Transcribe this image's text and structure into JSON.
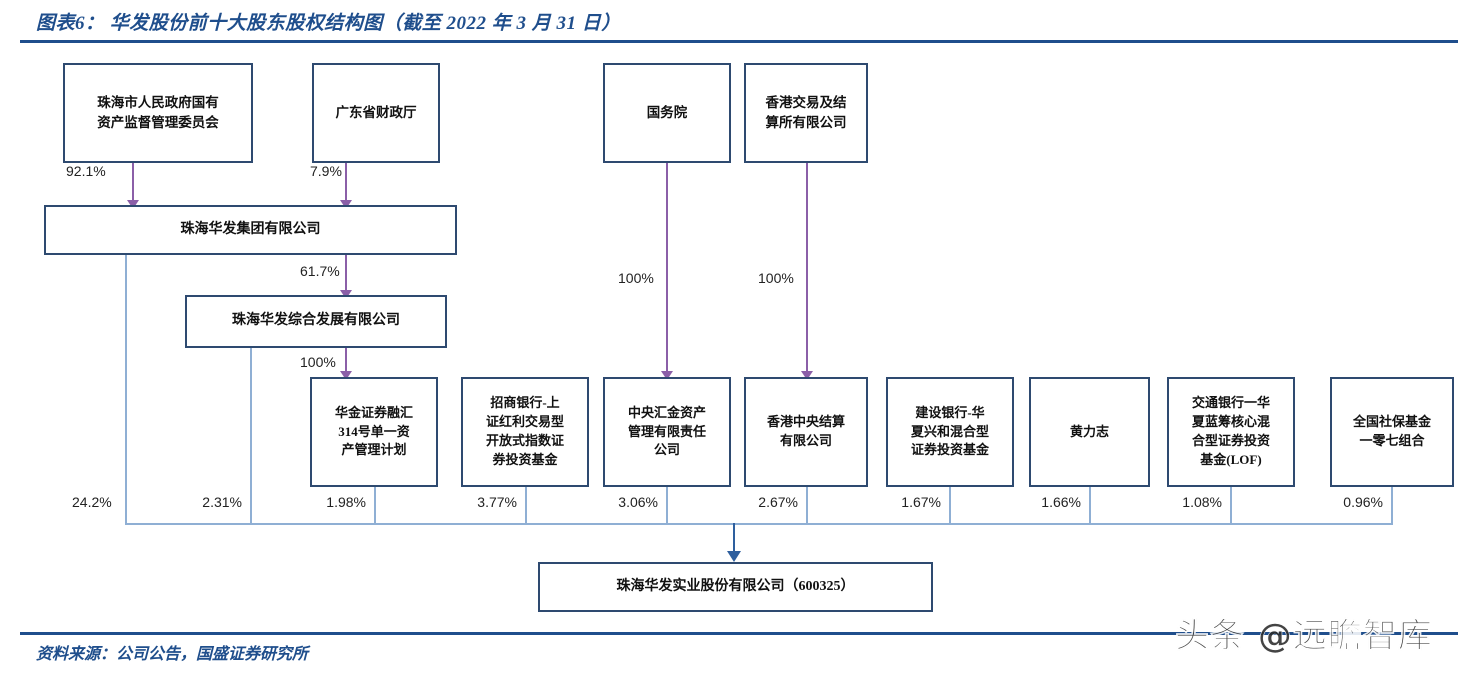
{
  "header": {
    "title": "图表6： 华发股份前十大股东股权结构图（截至 2022 年 3 月 31 日）",
    "accent_color": "#1F4E8C"
  },
  "footer": {
    "source": "资料来源：公司公告，国盛证券研究所",
    "watermark": "头条 @远瞻智库"
  },
  "diagram": {
    "type": "ownership-structure",
    "box_border_color": "#2E4A70",
    "arrow_color": "#8B5FA8",
    "collector_line_color": "#8FAFD4",
    "nodes": {
      "zhuhai_sasac": "珠海市人民政府国有\n资产监督管理委员会",
      "guangdong_finance": "广东省财政厅",
      "state_council": "国务院",
      "hkex": "香港交易及结\n算所有限公司",
      "huafa_group": "珠海华发集团有限公司",
      "huafa_comprehensive": "珠海华发综合发展有限公司",
      "huajin_plan": "华金证券融汇\n314号单一资\n产管理计划",
      "cmb_fund": "招商银行-上\n证红利交易型\n开放式指数证\n券投资基金",
      "huijin": "中央汇金资产\n管理有限责任\n公司",
      "hk_clearing": "香港中央结算\n有限公司",
      "ccb_fund": "建设银行-华\n夏兴和混合型\n证券投资基金",
      "huang_lizhi": "黄力志",
      "bocom_fund": "交通银行一华\n夏蓝筹核心混\n合型证券投资\n基金(LOF)",
      "ssf_107": "全国社保基金\n一零七组合",
      "listed_company": "珠海华发实业股份有限公司（600325）"
    },
    "edges": [
      {
        "from": "zhuhai_sasac",
        "to": "huafa_group",
        "label": "92.1%"
      },
      {
        "from": "guangdong_finance",
        "to": "huafa_group",
        "label": "7.9%"
      },
      {
        "from": "huafa_group",
        "to": "huafa_comprehensive",
        "label": "61.7%"
      },
      {
        "from": "huafa_comprehensive",
        "to": "huajin_plan",
        "label": "100%"
      },
      {
        "from": "state_council",
        "to": "huijin",
        "label": "100%"
      },
      {
        "from": "hkex",
        "to": "hk_clearing",
        "label": "100%"
      }
    ],
    "shareholdings": [
      {
        "holder": "huafa_group",
        "pct": "24.2%"
      },
      {
        "holder": "huafa_comprehensive",
        "pct": "2.31%"
      },
      {
        "holder": "huajin_plan",
        "pct": "1.98%"
      },
      {
        "holder": "cmb_fund",
        "pct": "3.77%"
      },
      {
        "holder": "huijin",
        "pct": "3.06%"
      },
      {
        "holder": "hk_clearing",
        "pct": "2.67%"
      },
      {
        "holder": "ccb_fund",
        "pct": "1.67%"
      },
      {
        "holder": "huang_lizhi",
        "pct": "1.66%"
      },
      {
        "holder": "bocom_fund",
        "pct": "1.08%"
      },
      {
        "holder": "ssf_107",
        "pct": "0.96%"
      }
    ]
  }
}
